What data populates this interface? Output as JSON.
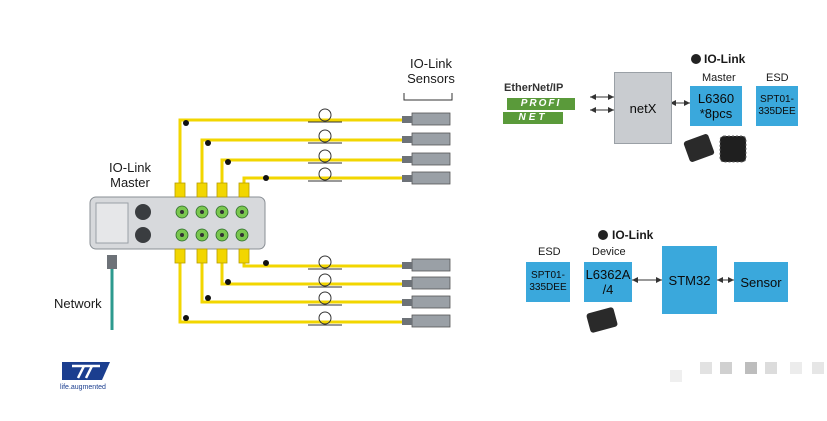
{
  "left_diagram": {
    "sensors_title": "IO-Link\nSensors",
    "master_title": "IO-Link\nMaster",
    "network_label": "Network"
  },
  "right_top": {
    "ethernet_label": "EtherNet/IP",
    "profinet_label_1": "PROFI",
    "profinet_label_2": "NET",
    "netx_label": "netX",
    "iolink_logo": "IO-Link",
    "master_label": "Master",
    "esd_label": "ESD",
    "l6360_label": "L6360\n*8pcs",
    "spt_label": "SPT01-\n335DEE"
  },
  "right_bottom": {
    "iolink_logo": "IO-Link",
    "esd_label": "ESD",
    "device_label": "Device",
    "spt_label": "SPT01-\n335DEE",
    "l6362_label": "L6362A\n/4",
    "stm32_label": "STM32",
    "sensor_label": "Sensor"
  },
  "logo": {
    "tagline": "life.augmented"
  },
  "colors": {
    "cable_yellow": "#f2d600",
    "chip_blue": "#3aa8dc",
    "netx_gray": "#c9ccd0",
    "network_teal": "#2d9a8e",
    "st_blue": "#1b3e8f",
    "profinet_green": "#5a9a3a"
  }
}
